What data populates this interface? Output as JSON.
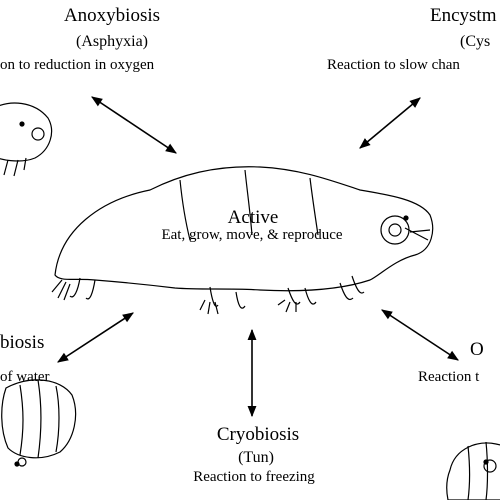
{
  "states": {
    "anoxybiosis": {
      "title": "Anoxybiosis",
      "subtitle": "(Asphyxia)",
      "description": "on to reduction in oxygen"
    },
    "encystment": {
      "title": "Encystm",
      "subtitle": "(Cys",
      "description": "Reaction to slow chan"
    },
    "active": {
      "title": "Active",
      "description": "Eat, grow, move, & reproduce"
    },
    "anhydrobiosis": {
      "title": "biosis",
      "description": "of water"
    },
    "osmobiosis": {
      "title": "O",
      "description": "Reaction t"
    },
    "cryobiosis": {
      "title": "Cryobiosis",
      "subtitle": "(Tun)",
      "description": "Reaction to freezing"
    }
  }
}
